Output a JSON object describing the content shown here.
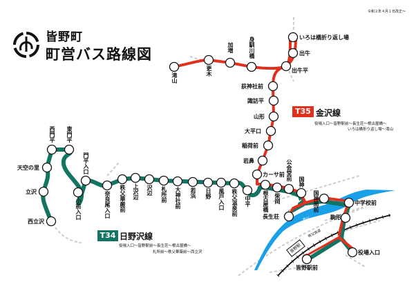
{
  "header": {
    "town": "皆野町",
    "title": "町営バス路線図",
    "revision": "令和２年４月１日改正～"
  },
  "colors": {
    "t35": "#e0301e",
    "t34": "#127563",
    "river": "#1aa0e8",
    "rail": "#111111",
    "guide": "#cccccc"
  },
  "lines": {
    "t35": {
      "code": "T35",
      "name": "金沢線",
      "route_1": "役場入口～皆野駅前～長生荘～根古屋橋～",
      "route_2": "いろは橋折り返し場～滝山"
    },
    "t34": {
      "code": "T34",
      "name": "日野沢線",
      "route_1": "役場入口～皆野駅前～長生荘～根古屋橋～",
      "route_2": "札所前～秩父華厳前～西立沢"
    }
  },
  "landmarks": {
    "river": "荒川",
    "railway": "秩父鉄道",
    "station": "皆野駅"
  },
  "stations": {
    "t35": [
      "滝山",
      "更木",
      "加増",
      "身馴川橋",
      "出牛平",
      "出牛",
      "いろは橋折り返し場",
      "荻神社前",
      "諏訪平",
      "山形",
      "大平口",
      "稲荷前",
      "岩鼻",
      "カーサ前"
    ],
    "shared": [
      "根古屋橋",
      "柴岡",
      "公会堂前",
      "国神",
      "長生荘",
      "国神局前",
      "中学校前",
      "駒形",
      "皆野駅前",
      "役場入口"
    ],
    "t34": [
      "西立沢",
      "立沢",
      "天空の里",
      "西門平",
      "東門平",
      "小前入口",
      "門平入口",
      "奈良尾入口",
      "秩父華厳前",
      "上沢辺",
      "沢辺",
      "札所前",
      "大神社前",
      "若浜",
      "日野",
      "風戸入口",
      "秩父温泉前",
      "中平"
    ]
  }
}
